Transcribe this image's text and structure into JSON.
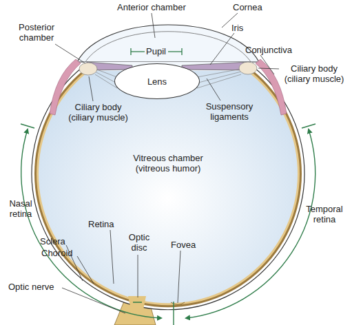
{
  "diagram": {
    "nodes": [
      {
        "text": [
          "Lens"
        ]
      }
    ],
    "labels": [
      "Anterior chamber",
      "Cornea",
      "Posterior chamber",
      "Iris",
      "Pupil",
      "Conjunctiva",
      "Ciliary body (ciliary muscle)",
      "Ciliary body (ciliary muscle)",
      "Suspensory ligaments",
      "Vitreous chamber (vitreous humor)",
      "Nasal retina",
      "Temporal retina",
      "Retina",
      "Sclera",
      "Optic disc",
      "Fovea",
      "Choroid",
      "Optic nerve"
    ]
  }
}
